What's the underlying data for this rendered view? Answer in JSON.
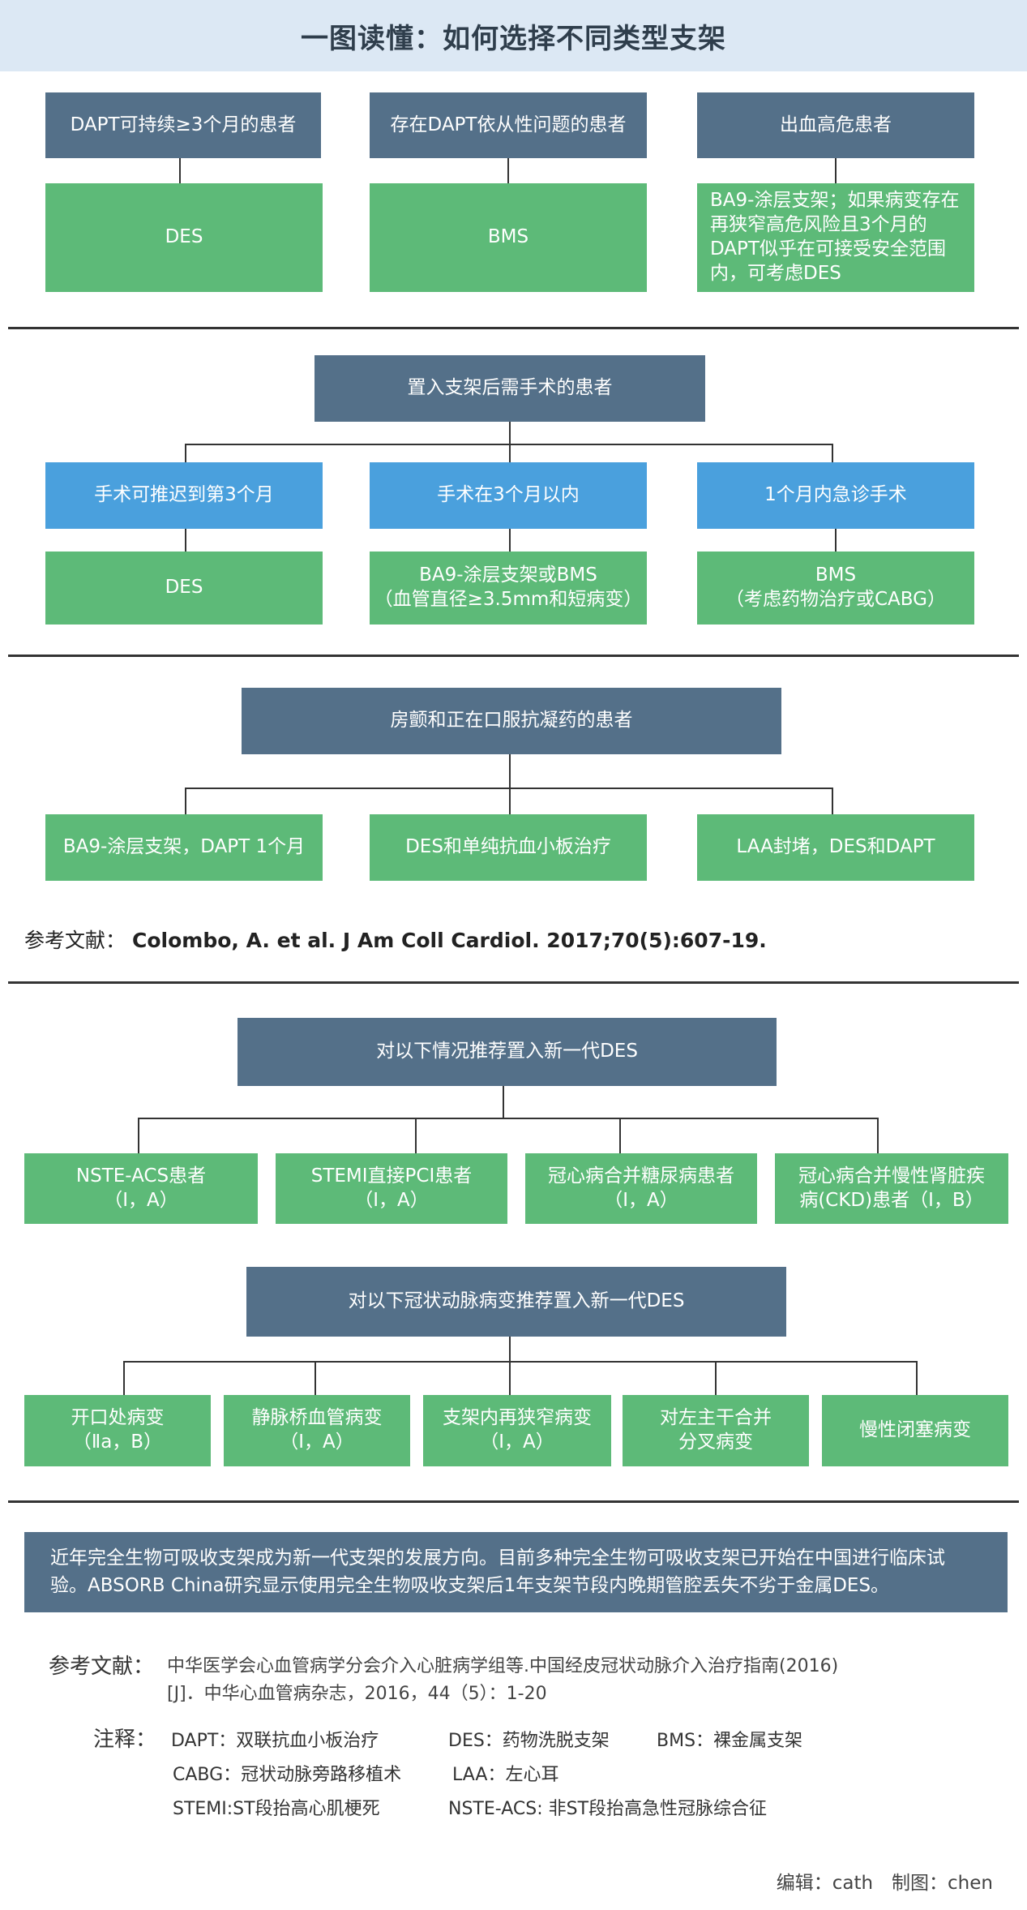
{
  "title": "一图读懂：如何选择不同类型支架",
  "colors": {
    "header_bg": "#dce8f4",
    "dark": "#547089",
    "green": "#5dba78",
    "blue": "#4aa0dd"
  },
  "section1": {
    "heads": [
      "DAPT可持续≥3个月的患者",
      "存在DAPT依从性问题的患者",
      "出血高危患者"
    ],
    "results": [
      "DES",
      "BMS",
      "BA9-涂层支架；如果病变存在再狭窄高危风险且3个月的DAPT似乎在可接受安全范围内，可考虑DES"
    ]
  },
  "section2": {
    "root": "置入支架后需手术的患者",
    "mids": [
      "手术可推迟到第3个月",
      "手术在3个月以内",
      "1个月内急诊手术"
    ],
    "results": [
      "DES",
      "BA9-涂层支架或BMS\n（血管直径≥3.5mm和短病变）",
      "BMS\n（考虑药物治疗或CABG）"
    ]
  },
  "section3": {
    "root": "房颤和正在口服抗凝药的患者",
    "results": [
      "BA9-涂层支架，DAPT 1个月",
      "DES和单纯抗血小板治疗",
      "LAA封堵，DES和DAPT"
    ]
  },
  "reference1": {
    "label": "参考文献：",
    "value": "Colombo, A. et al. J Am Coll Cardiol. 2017;70(5):607-19."
  },
  "section4": {
    "root": "对以下情况推荐置入新一代DES",
    "items": [
      "NSTE-ACS患者\n（Ⅰ，A）",
      "STEMI直接PCI患者\n（Ⅰ，A）",
      "冠心病合并糖尿病患者\n（Ⅰ，A）",
      "冠心病合并慢性肾脏疾\n病(CKD)患者（Ⅰ，B）"
    ]
  },
  "section5": {
    "root": "对以下冠状动脉病变推荐置入新一代DES",
    "items": [
      "开口处病变\n（Ⅱa，B）",
      "静脉桥血管病变\n（Ⅰ，A）",
      "支架内再狭窄病变\n（Ⅰ，A）",
      "对左主干合并\n分叉病变",
      "慢性闭塞病变"
    ]
  },
  "note": "近年完全生物可吸收支架成为新一代支架的发展方向。目前多种完全生物可吸收支架已开始在中国进行临床试验。ABSORB China研究显示使用完全生物吸收支架后1年支架节段内晚期管腔丢失不劣于金属DES。",
  "reference2": {
    "label": "参考文献：",
    "value": "中华医学会心血管病学分会介入心脏病学组等.中国经皮冠状动脉介入治疗指南(2016)\n[J]．中华心血管病杂志，2016，44（5）：1-20"
  },
  "notes": {
    "label": "注释：",
    "items": [
      "DAPT：双联抗血小板治疗",
      "DES：药物洗脱支架",
      "BMS：裸金属支架",
      "CABG：冠状动脉旁路移植术",
      "LAA：左心耳",
      "STEMI:ST段抬高心肌梗死",
      "NSTE-ACS: 非ST段抬高急性冠脉综合征"
    ]
  },
  "credit": "编辑：cath　制图：chen"
}
